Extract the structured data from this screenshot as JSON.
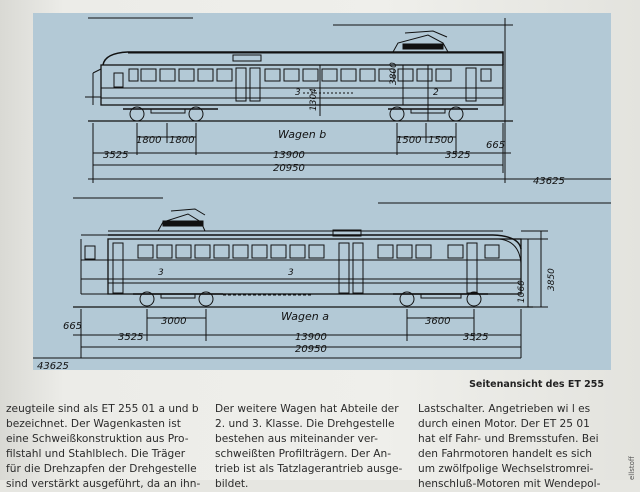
{
  "figure": {
    "upper_car": {
      "label": "Wagen b",
      "class_marks": [
        "3",
        "2"
      ],
      "heights": [
        "3800",
        "1304"
      ],
      "dims": [
        "1800",
        "1800",
        "3525",
        "13900",
        "20950",
        "1500",
        "1500",
        "3525",
        "665",
        "43625"
      ]
    },
    "lower_car": {
      "label": "Wagen a",
      "class_marks": [
        "3",
        "3"
      ],
      "heights": [
        "3850",
        "1060"
      ],
      "dims": [
        "3000",
        "3525",
        "13900",
        "20950",
        "3600",
        "3525",
        "665",
        "43625"
      ]
    }
  },
  "caption": "Seitenansicht des ET 255",
  "columns": [
    [
      "zeugteile sind als ET 255 01 a und b",
      "bezeichnet. Der Wagenkasten ist",
      "eine Schweißkonstruktion aus Pro-",
      "filstahl und Stahlblech. Die Träger",
      "für die Drehzapfen der Drehgestelle",
      "sind verstärkt ausgeführt, da an ihn-"
    ],
    [
      "Der weitere Wagen hat Abteile der",
      "2. und 3. Klasse. Die Drehgestelle",
      "bestehen aus miteinander ver-",
      "schweißten Profilträgern. Der An-",
      "trieb ist als Tatzlagerantrieb ausge-",
      "bildet."
    ],
    [
      "Lastschalter. Angetrieben wi  l es",
      "durch einen Motor. Der ET 25  01",
      "hat elf Fahr- und Bremsstufen. Bei",
      "den Fahrmotoren handelt es sich",
      "um zwölfpolige Wechselstromrei-",
      "henschluß-Motoren mit Wendepol-"
    ]
  ],
  "edge_text": "ellstoff"
}
